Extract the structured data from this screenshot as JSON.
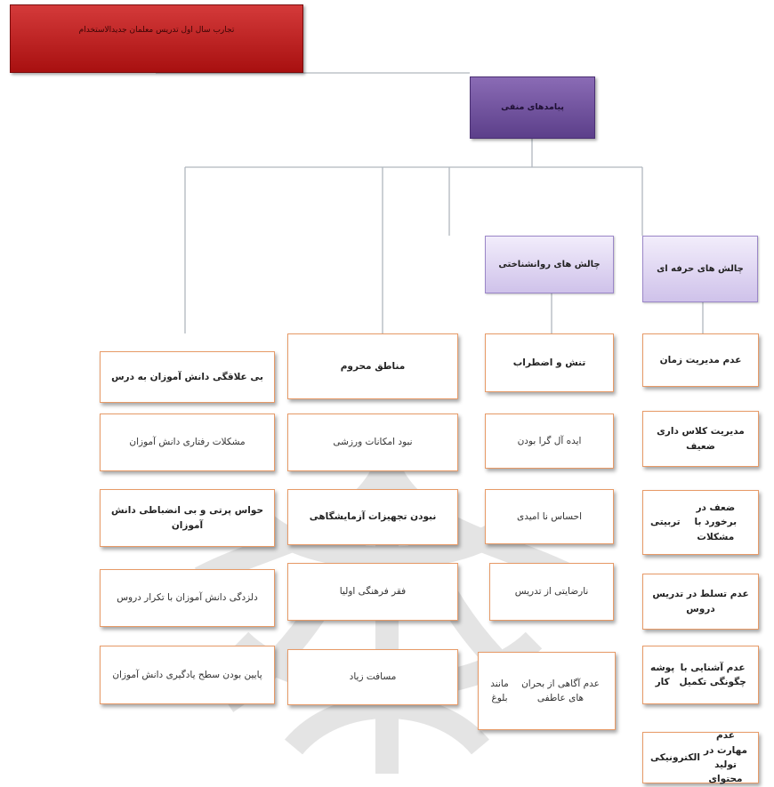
{
  "title": "تجارب سال اول تدریس معلمان جدیدالاستخدام",
  "root": "پیامدهای منفی",
  "categories": {
    "professional": "چالش های حرفه ای",
    "psychological": "چالش های روانشناختی"
  },
  "columns": {
    "professional": [
      [
        "عدم مدیریت زمان"
      ],
      [
        "مدیریت کلاس داری ضعیف"
      ],
      [
        "ضعف در برخورد با مشکلات",
        "تربیتی"
      ],
      [
        "عدم تسلط در تدریس دروس"
      ],
      [
        "عدم آشنایی با چگونگی تکمیل",
        "پوشه کار"
      ],
      [
        "عدم مهارت در تولید محتوای",
        "الکترونیکی"
      ]
    ],
    "psychological": [
      [
        "تنش و اضطراب"
      ],
      [
        "ایده آل گرا بودن"
      ],
      [
        "احساس نا امیدی"
      ],
      [
        "نارضایتی از تدریس"
      ],
      [
        "عدم آگاهی از بحران های عاطفی",
        "مانند بلوغ"
      ]
    ],
    "deprived": [
      [
        "مناطق محروم"
      ],
      [
        "نبود امکانات ورزشی"
      ],
      [
        "نبودن تجهیزات آزمایشگاهی"
      ],
      [
        "فقر فرهنگی اولیا"
      ],
      [
        "مسافت زیاد"
      ]
    ],
    "students": [
      [
        "بی علاقگی دانش آموزان به درس"
      ],
      [
        "مشکلات رفتاری دانش آموزان"
      ],
      [
        "حواس پرتی و بی انضباطی دانش آموزان"
      ],
      [
        "دلزدگی دانش آموزان با تکرار دروس"
      ],
      [
        "پایین بودن سطح یادگیری دانش آموزان"
      ]
    ]
  },
  "colors": {
    "title_fill": "#c62020",
    "root_fill": "#6f50a0",
    "category_fill": "#ddd2f2",
    "leaf_border": "#e79a67",
    "connector": "#b0b7be"
  }
}
